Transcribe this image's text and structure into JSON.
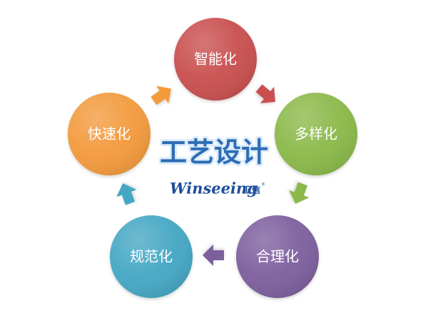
{
  "center": {
    "title": "工艺设计",
    "brand": "Winseeing",
    "brand_cn": "汇信",
    "brand_mark": "®"
  },
  "nodes": [
    {
      "label": "智能化",
      "color": "#c9504f",
      "shadow": "#a93d3c"
    },
    {
      "label": "多样化",
      "color": "#8bb94a",
      "shadow": "#6f9a36"
    },
    {
      "label": "合理化",
      "color": "#7d5e9e",
      "shadow": "#634683"
    },
    {
      "label": "规范化",
      "color": "#45a7c4",
      "shadow": "#2f88a4"
    },
    {
      "label": "快速化",
      "color": "#f39a3e",
      "shadow": "#d77f25"
    }
  ],
  "arrows": [
    {
      "from": "智能化",
      "to": "多样化",
      "color": "#c9504f"
    },
    {
      "from": "多样化",
      "to": "合理化",
      "color": "#8bb94a"
    },
    {
      "from": "合理化",
      "to": "规范化",
      "color": "#7d5e9e"
    },
    {
      "from": "规范化",
      "to": "快速化",
      "color": "#45a7c4"
    },
    {
      "from": "快速化",
      "to": "智能化",
      "color": "#f39a3e"
    }
  ]
}
